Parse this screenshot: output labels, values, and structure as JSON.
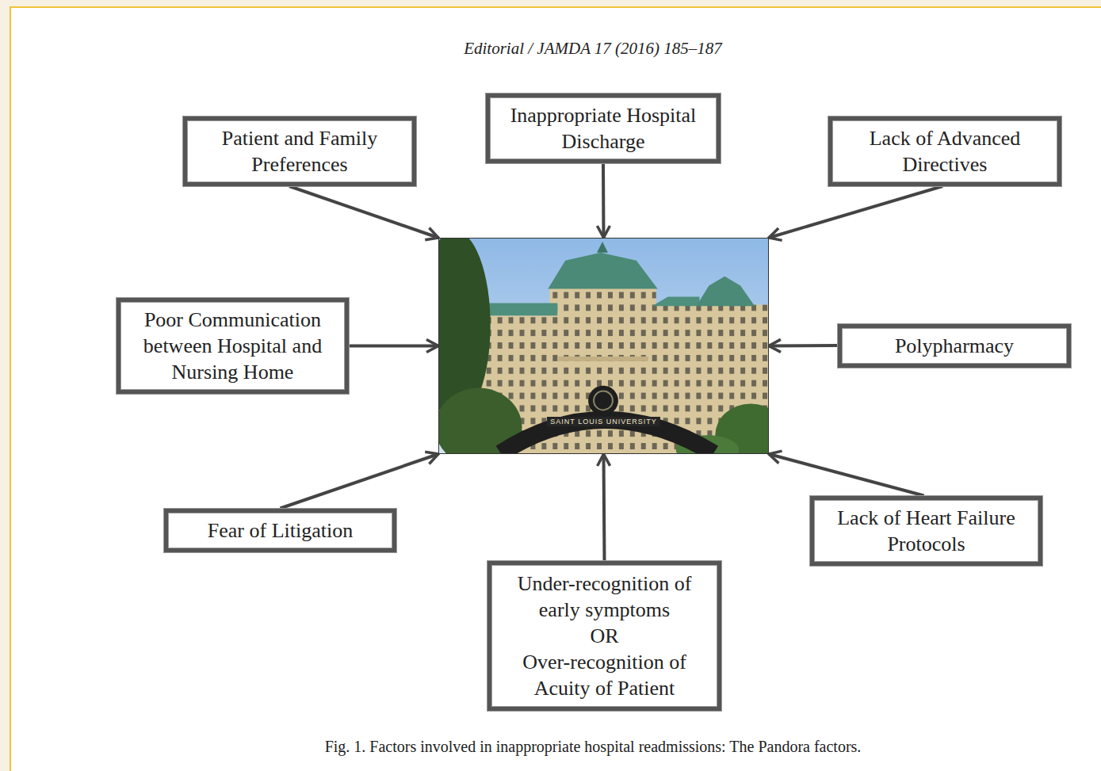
{
  "diagram": {
    "caption": "Fig. 1. Factors involved in inappropriate hospital readmissions: The Pandora factors.",
    "nodes": [
      {
        "text": [
          "Patient and Family Preferences"
        ]
      },
      {
        "text": [
          "Inappropriate Hospital Discharge"
        ]
      },
      {
        "text": [
          "Lack of Advanced Directives"
        ]
      },
      {
        "text": [
          "Poor Communication between Hospital and Nursing Home"
        ]
      },
      {
        "text": [
          "SAINT LOUIS UNIVERSITY"
        ]
      },
      {
        "text": [
          "Polypharmacy"
        ]
      },
      {
        "text": [
          "Fear of Litigation"
        ]
      },
      {
        "text": [
          "Under-recognition of early symptoms",
          "OR",
          "Over-recognition of Acuity of Patient"
        ]
      },
      {
        "text": [
          "Lack of Heart Failure Protocols"
        ]
      }
    ],
    "edges": [
      {
        "from": 0,
        "to": 4,
        "arrow": "to"
      },
      {
        "from": 1,
        "to": 4,
        "arrow": "to"
      },
      {
        "from": 2,
        "to": 4,
        "arrow": "to"
      },
      {
        "from": 3,
        "to": 4,
        "arrow": "to"
      },
      {
        "from": 5,
        "to": 4,
        "arrow": "to"
      },
      {
        "from": 6,
        "to": 4,
        "arrow": "to"
      },
      {
        "from": 7,
        "to": 4,
        "arrow": "to"
      },
      {
        "from": 8,
        "to": 4,
        "arrow": "to"
      }
    ],
    "labels": [
      "Editorial / JAMDA 17 (2016) 185–187"
    ]
  }
}
